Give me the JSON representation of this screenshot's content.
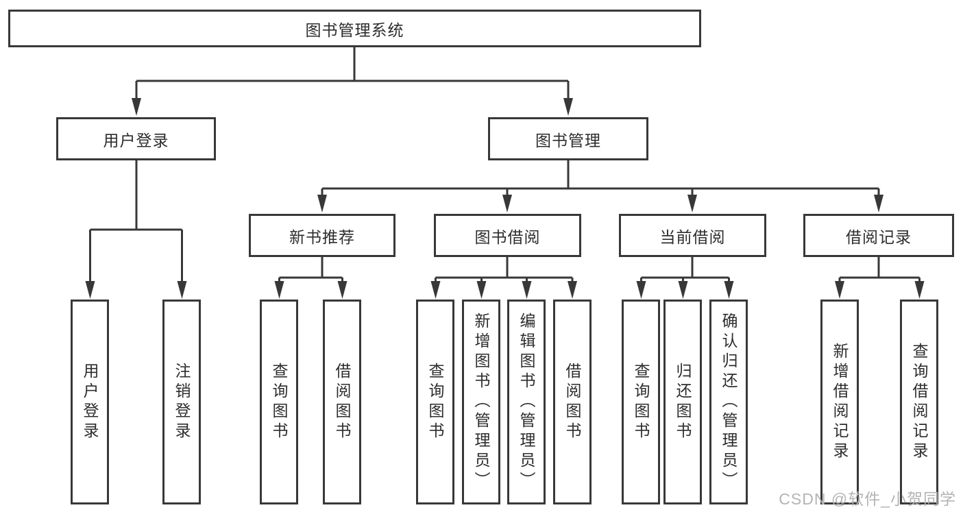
{
  "colors": {
    "background": "#ffffff",
    "line": "#383838",
    "box_border": "#383838",
    "text": "#2d2d2d",
    "watermark": "#b4b4b4"
  },
  "tree": {
    "label": "图书管理系统",
    "children": [
      {
        "label": "用户登录",
        "children": [
          {
            "label": "用户登录"
          },
          {
            "label": "注销登录"
          }
        ]
      },
      {
        "label": "图书管理",
        "children": [
          {
            "label": "新书推荐",
            "children": [
              {
                "label": "查询图书"
              },
              {
                "label": "借阅图书"
              }
            ]
          },
          {
            "label": "图书借阅",
            "children": [
              {
                "label": "查询图书"
              },
              {
                "label": "新增图书（管理员）"
              },
              {
                "label": "编辑图书（管理员）"
              },
              {
                "label": "借阅图书"
              }
            ]
          },
          {
            "label": "当前借阅",
            "children": [
              {
                "label": "查询图书"
              },
              {
                "label": "归还图书"
              },
              {
                "label": "确认归还（管理员）"
              }
            ]
          },
          {
            "label": "借阅记录",
            "children": [
              {
                "label": "新增借阅记录"
              },
              {
                "label": "查询借阅记录"
              }
            ]
          }
        ]
      }
    ]
  },
  "watermark": {
    "text": "CSDN @软件_小贺同学"
  }
}
